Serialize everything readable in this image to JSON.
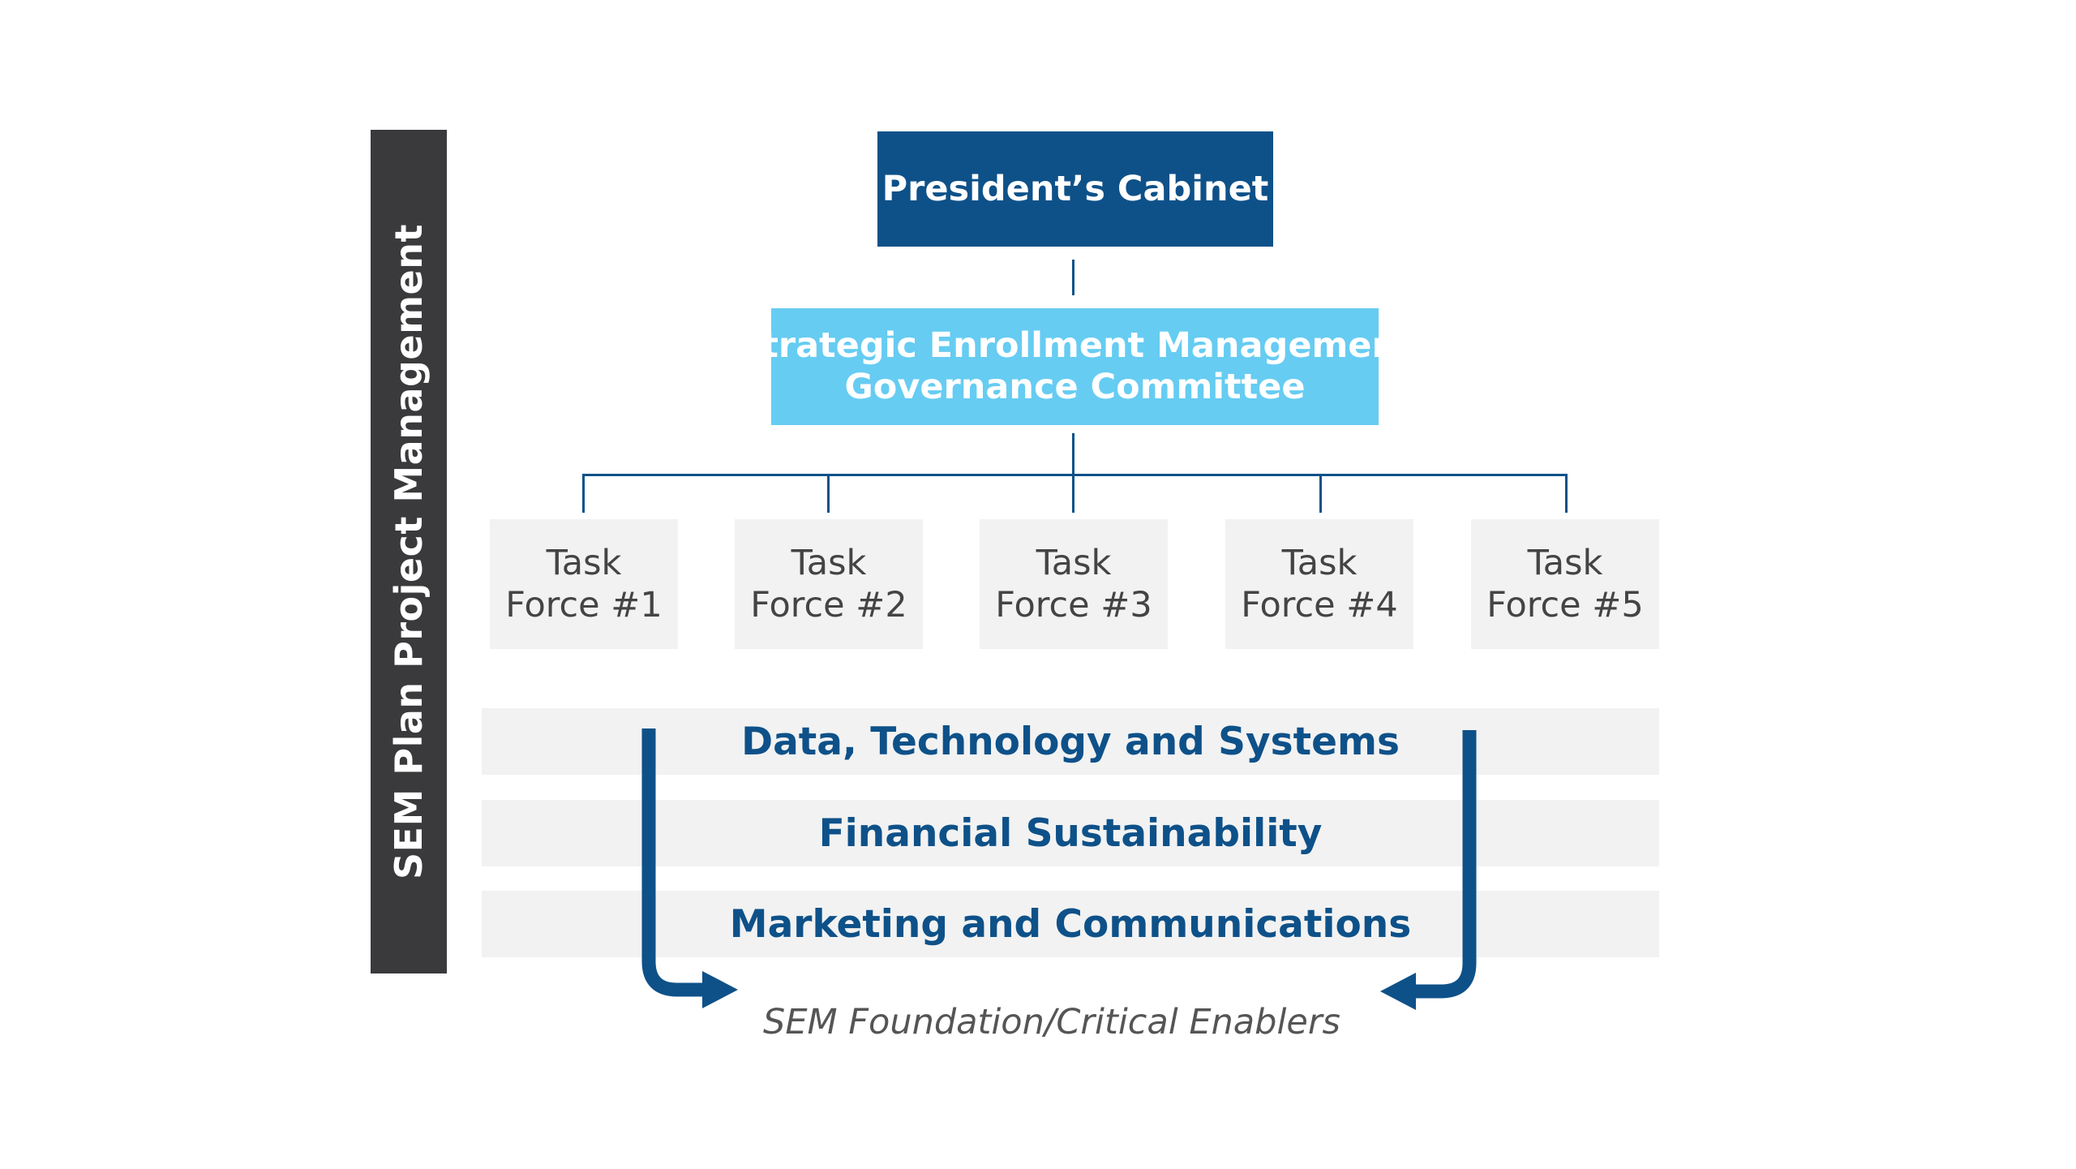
{
  "side_bar": {
    "label": "SEM Plan Project Management"
  },
  "president": {
    "label": "President’s Cabinet"
  },
  "committee": {
    "line1": "Strategic Enrollment Management",
    "line2": "Governance Committee"
  },
  "task_forces": [
    {
      "line1": "Task",
      "line2": "Force #1"
    },
    {
      "line1": "Task",
      "line2": "Force #2"
    },
    {
      "line1": "Task",
      "line2": "Force #3"
    },
    {
      "line1": "Task",
      "line2": "Force #4"
    },
    {
      "line1": "Task",
      "line2": "Force #5"
    }
  ],
  "enablers": [
    "Data, Technology and Systems",
    "Financial Sustainability",
    "Marketing and Communications"
  ],
  "footer": {
    "label": "SEM Foundation/Critical Enablers"
  },
  "colors": {
    "dark_blue": "#0e5189",
    "light_blue": "#66ccf2",
    "side_bar": "#3a3a3c",
    "box_gray": "#f2f2f2",
    "task_text": "#444444"
  }
}
